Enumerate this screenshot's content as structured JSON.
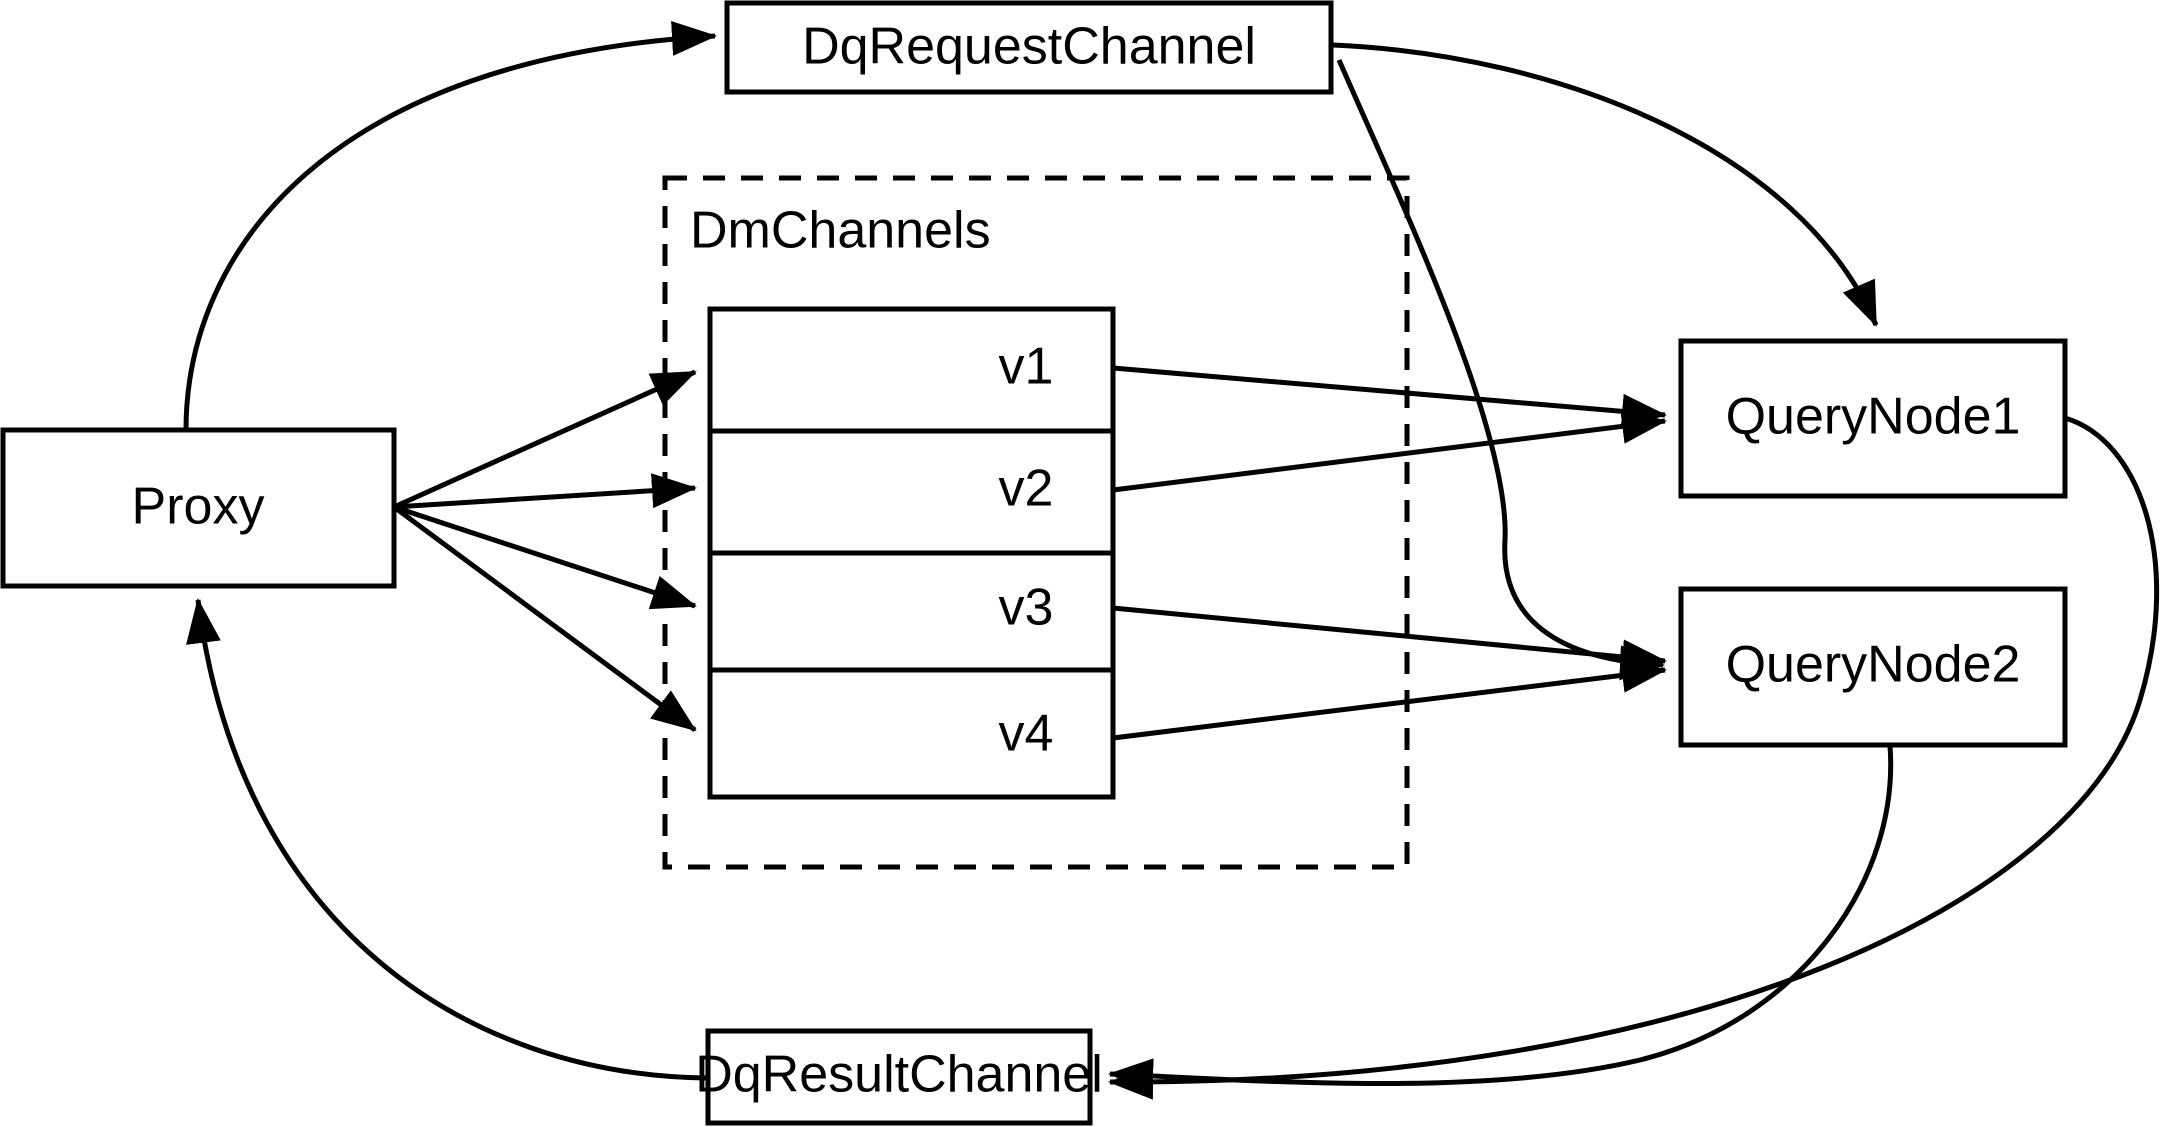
{
  "diagram": {
    "title": "Milvus distributed query channel flow",
    "background_color": "#ffffff",
    "stroke_color": "#000000",
    "nodes": {
      "dq_request_channel": {
        "label": "DqRequestChannel"
      },
      "dq_result_channel": {
        "label": "DqResultChannel"
      },
      "proxy": {
        "label": "Proxy"
      },
      "query_node_1": {
        "label": "QueryNode1"
      },
      "query_node_2": {
        "label": "QueryNode2"
      },
      "dm_channels_group": {
        "label": "DmChannels"
      },
      "channels": [
        {
          "label": "v1"
        },
        {
          "label": "v2"
        },
        {
          "label": "v3"
        },
        {
          "label": "v4"
        }
      ]
    },
    "edges": [
      {
        "from": "Proxy",
        "to": "DqRequestChannel",
        "style": "curved",
        "arrow": true
      },
      {
        "from": "DqRequestChannel",
        "to": "QueryNode1",
        "style": "curved",
        "arrow": true
      },
      {
        "from": "DqRequestChannel",
        "to": "QueryNode2",
        "style": "curved",
        "arrow": true
      },
      {
        "from": "Proxy",
        "to": "v1",
        "style": "straight",
        "arrow": true
      },
      {
        "from": "Proxy",
        "to": "v2",
        "style": "straight",
        "arrow": true
      },
      {
        "from": "Proxy",
        "to": "v3",
        "style": "straight",
        "arrow": true
      },
      {
        "from": "Proxy",
        "to": "v4",
        "style": "straight",
        "arrow": true
      },
      {
        "from": "v1",
        "to": "QueryNode1",
        "style": "straight",
        "arrow": true
      },
      {
        "from": "v2",
        "to": "QueryNode1",
        "style": "straight",
        "arrow": true
      },
      {
        "from": "v3",
        "to": "QueryNode2",
        "style": "straight",
        "arrow": true
      },
      {
        "from": "v4",
        "to": "QueryNode2",
        "style": "straight",
        "arrow": true
      },
      {
        "from": "QueryNode1",
        "to": "DqResultChannel",
        "style": "curved",
        "arrow": true
      },
      {
        "from": "QueryNode2",
        "to": "DqResultChannel",
        "style": "curved",
        "arrow": true
      },
      {
        "from": "DqResultChannel",
        "to": "Proxy",
        "style": "curved",
        "arrow": true
      }
    ]
  }
}
